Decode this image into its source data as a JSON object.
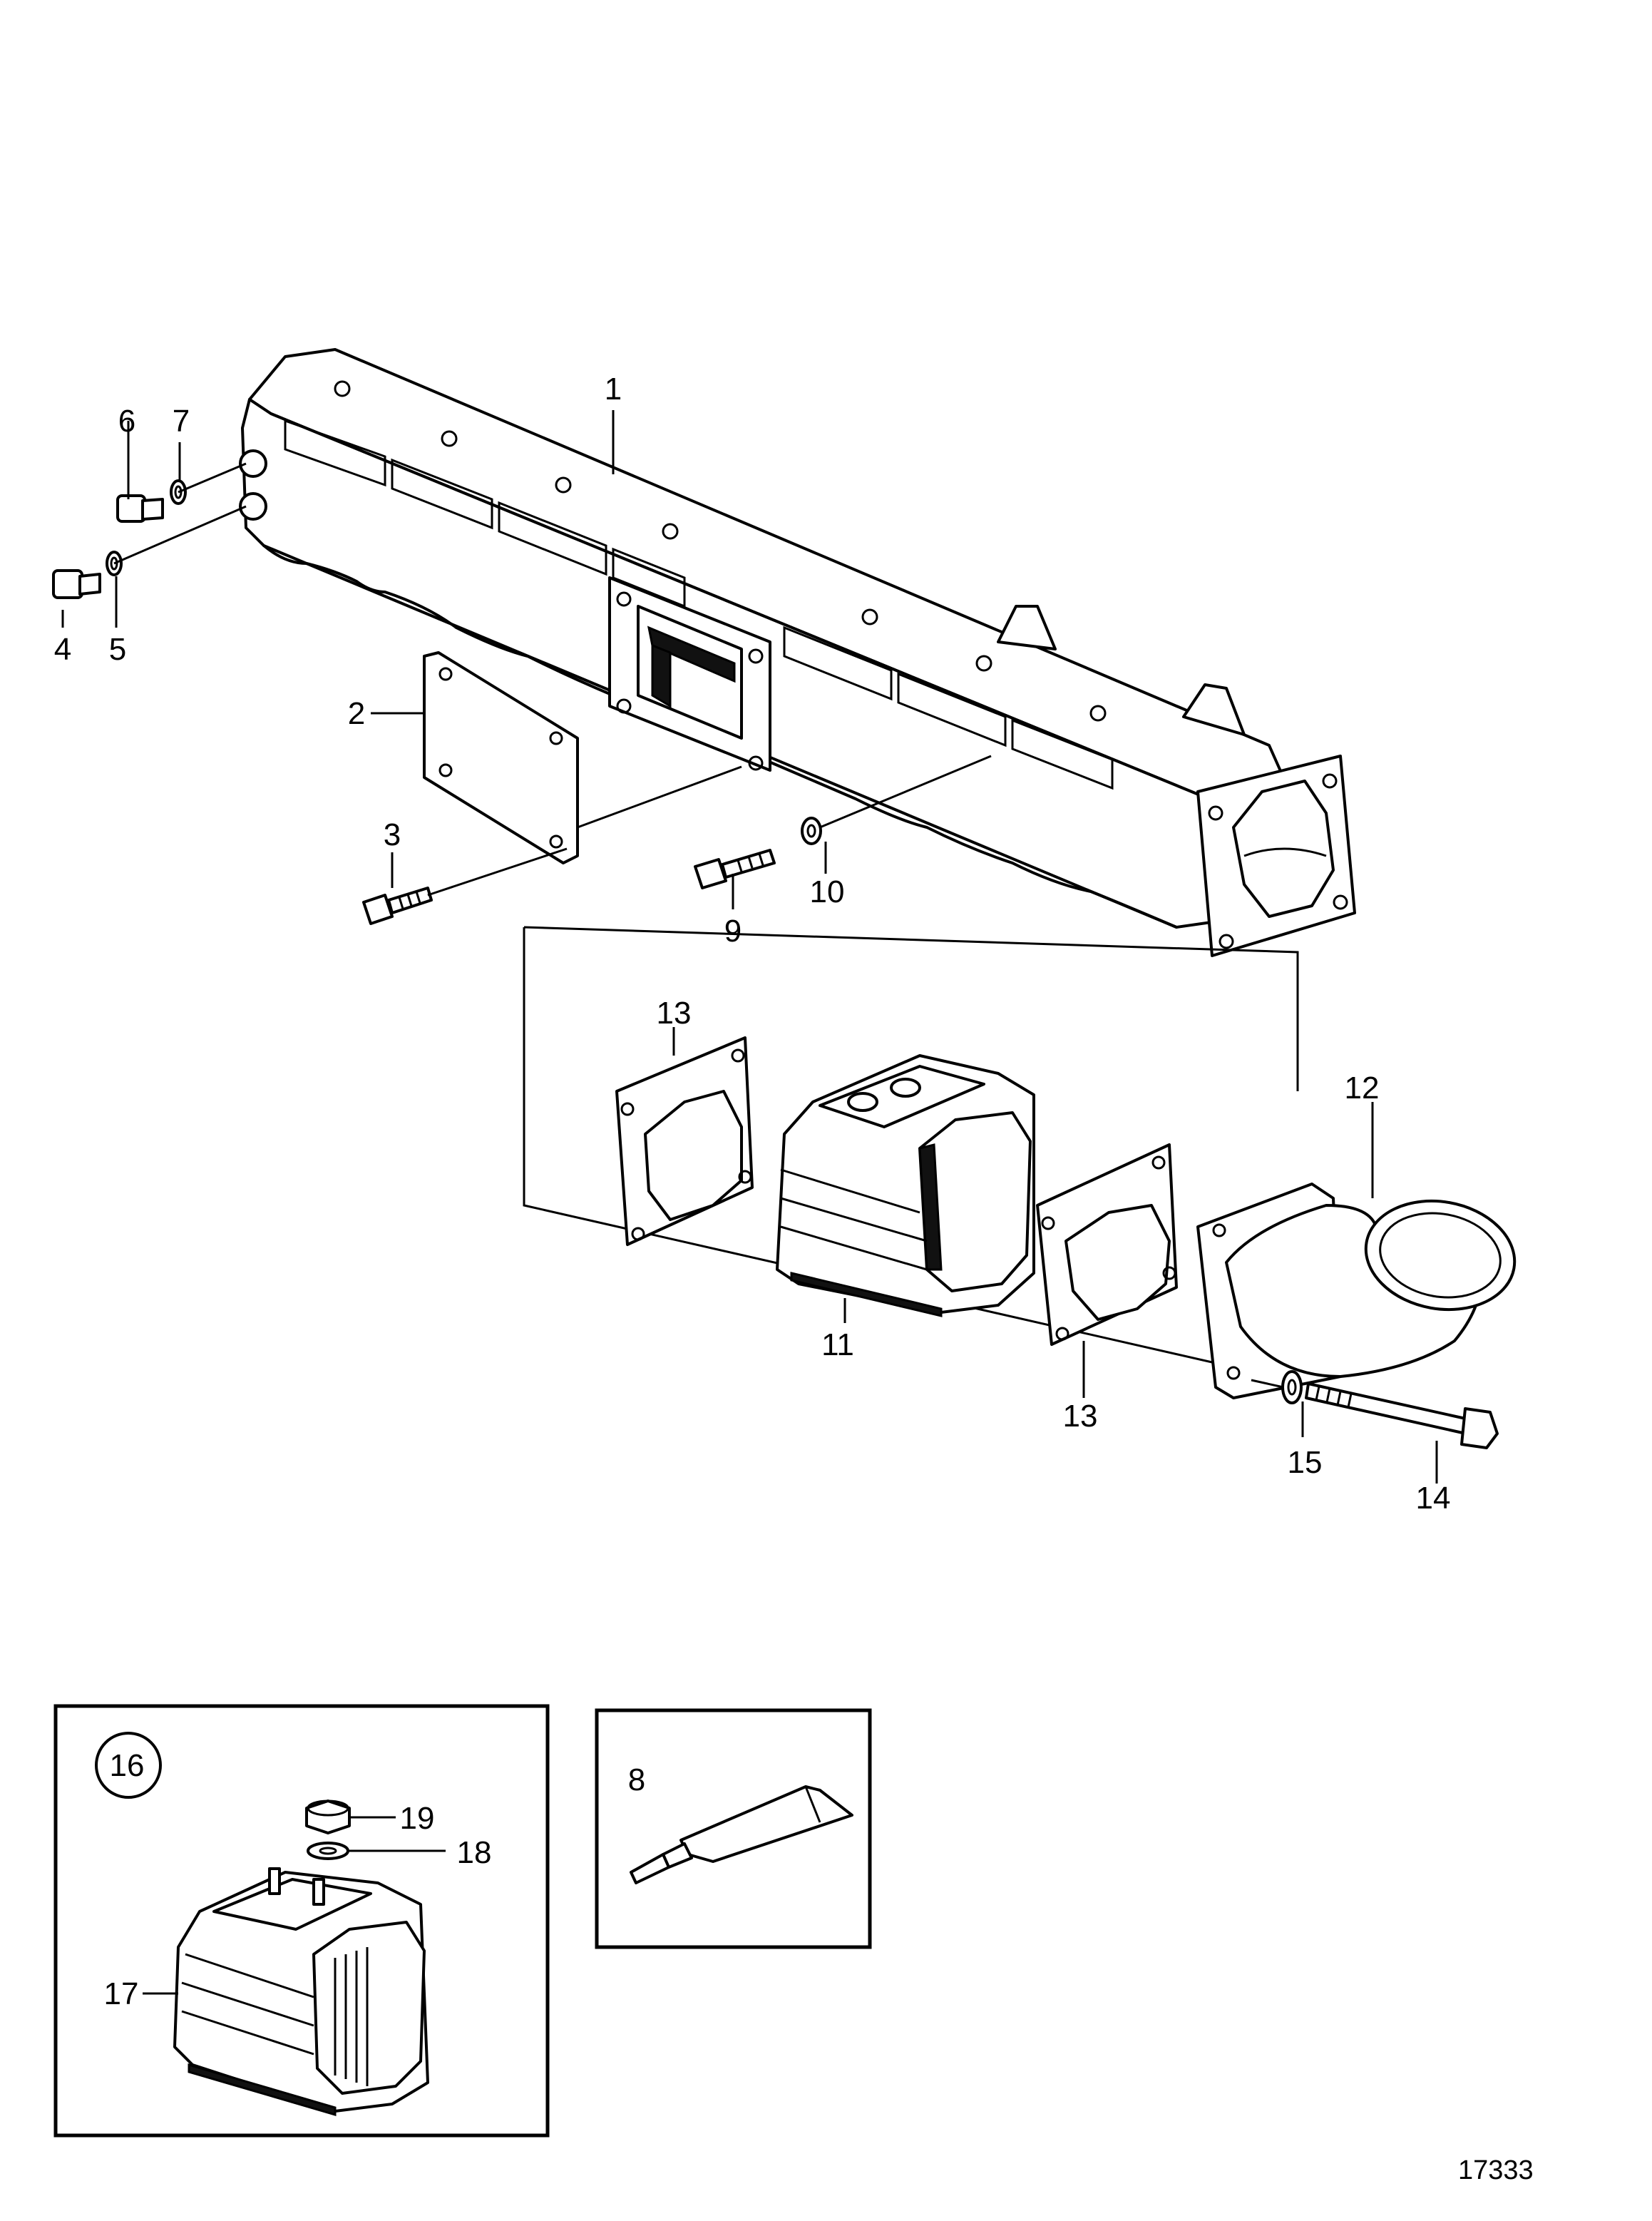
{
  "callouts": {
    "c1": "1",
    "c2": "2",
    "c3": "3",
    "c4": "4",
    "c5": "5",
    "c6": "6",
    "c7": "7",
    "c8": "8",
    "c9": "9",
    "c10": "10",
    "c11": "11",
    "c12": "12",
    "c13a": "13",
    "c13b": "13",
    "c14": "14",
    "c15": "15",
    "c16": "16",
    "c17": "17",
    "c18": "18",
    "c19": "19"
  },
  "figure_number": "17333"
}
